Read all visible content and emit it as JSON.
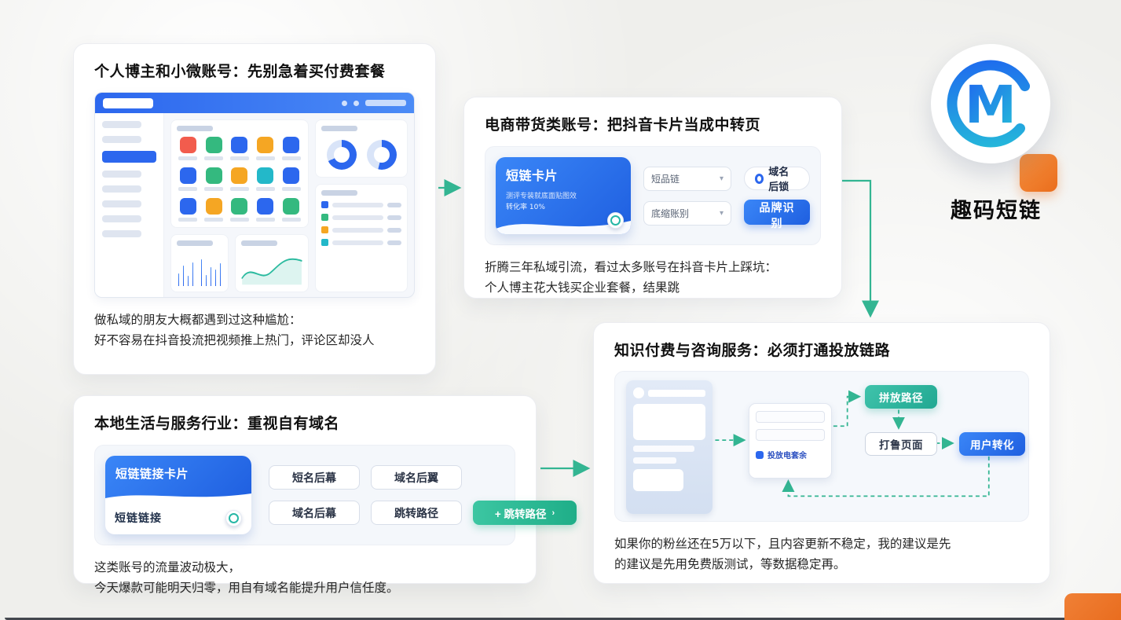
{
  "brand": {
    "letter": "M",
    "name": "趣码短链"
  },
  "cards": {
    "personal": {
      "title": "个人博主和小微账号：先别急着买付费套餐",
      "captions": [
        "做私域的朋友大概都遇到过这种尴尬：",
        "好不容易在抖音投流把视频推上热门，评论区却没人"
      ],
      "dashboard": {
        "app_icons": [
          "#f25c4d",
          "#34b97f",
          "#2c67ee",
          "#f5a623",
          "#2c67ee",
          "#2c67ee",
          "#34b97f",
          "#f5a623",
          "#23b8c9",
          "#2c67ee",
          "#2c67ee",
          "#f5a623",
          "#34b97f",
          "#2c67ee",
          "#34b97f"
        ],
        "donuts": [
          68,
          54
        ],
        "bars": [
          38,
          62,
          30,
          72,
          46,
          80,
          34,
          58,
          50,
          70
        ],
        "list_colors": [
          "#2c67ee",
          "#34b97f",
          "#f5a623",
          "#23b8c9"
        ]
      }
    },
    "ecommerce": {
      "title": "电商带货类账号：把抖音卡片当成中转页",
      "mini_card": {
        "title": "短链卡片",
        "line1": "测评专装就底面贴图效",
        "line2": "转化率 10%"
      },
      "dropdowns": [
        "短品链",
        "底缩账别"
      ],
      "radio_label": "域名后锁",
      "button": "品牌识别",
      "captions": [
        "折腾三年私域引流，看过太多账号在抖音卡片上踩坑：",
        "个人博主花大钱买企业套餐，结果跳"
      ]
    },
    "local": {
      "title": "本地生活与服务行业：重视自有域名",
      "mini_card": {
        "title": "短链链接卡片",
        "sub": "短链链接"
      },
      "chips": [
        "短名后幕",
        "域名后翼",
        "域名后幕",
        "跳转路径"
      ],
      "cta": "+ 跳转路径",
      "cta_chevron": "›",
      "captions": [
        "这类账号的流量波动极大，",
        "今天爆款可能明天归零，用自有域名能提升用户信任度。"
      ]
    },
    "knowledge": {
      "title": "知识付费与咨询服务：必须打通投放链路",
      "flow": {
        "step1": "拼放路径",
        "step2": "打鲁页面",
        "step3": "用户转化",
        "form_label": "投放电套余"
      },
      "captions": [
        "如果你的粉丝还在5万以下，且内容更新不稳定，我的建议是先",
        "的建议是先用免费版测试，等数据稳定再。"
      ]
    }
  },
  "colors": {
    "accent_blue": "#2c67ee",
    "accent_teal": "#33b592",
    "accent_orange": "#ea6d1c"
  }
}
